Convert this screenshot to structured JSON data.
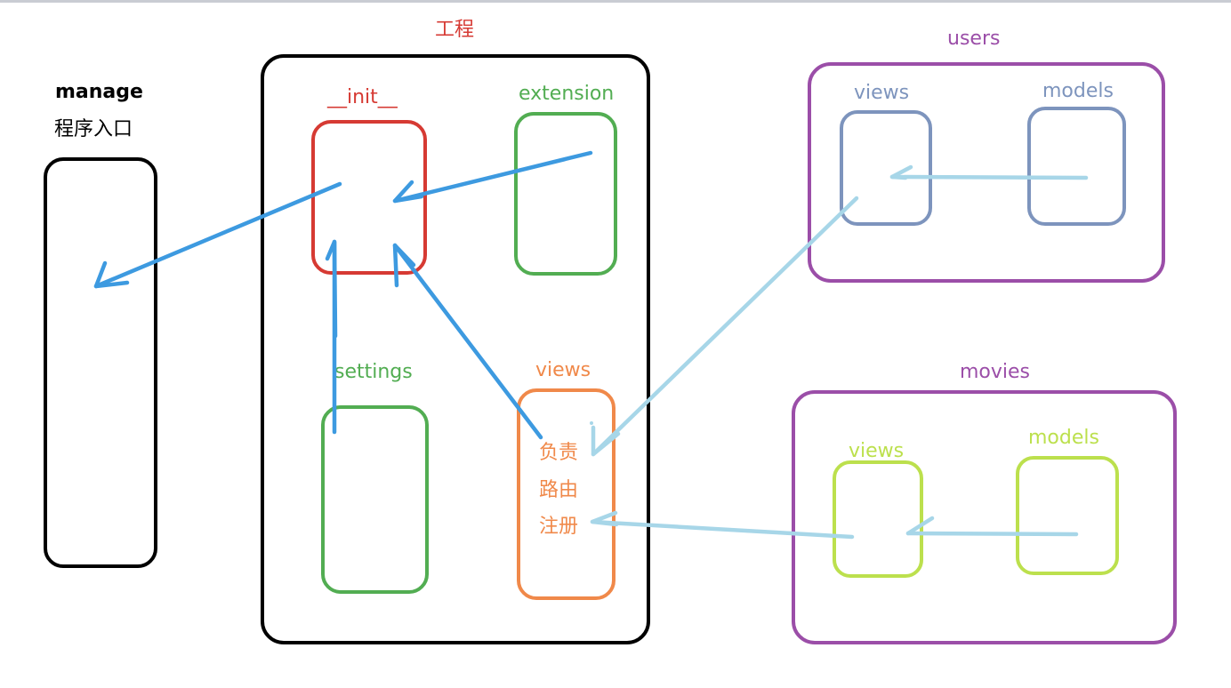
{
  "manage": {
    "title": "manage",
    "subtitle": "程序入口"
  },
  "project": {
    "title": "工程",
    "init_label": "__init__",
    "extension_label": "extension",
    "settings_label": "settings",
    "views_label": "views",
    "views_lines": [
      "负责",
      "路由",
      "注册"
    ]
  },
  "users": {
    "title": "users",
    "views_label": "views",
    "models_label": "models"
  },
  "movies": {
    "title": "movies",
    "views_label": "views",
    "models_label": "models"
  },
  "colors": {
    "black": "#000000",
    "init_red": "#d63a33",
    "green": "#52ad52",
    "orange": "#f0894a",
    "purple": "#9b4ea8",
    "users_blue": "#7d94bd",
    "movies_lime": "#bce04d",
    "arrow_blue": "#3d9ae0",
    "arrow_light": "#a7d6e8"
  }
}
